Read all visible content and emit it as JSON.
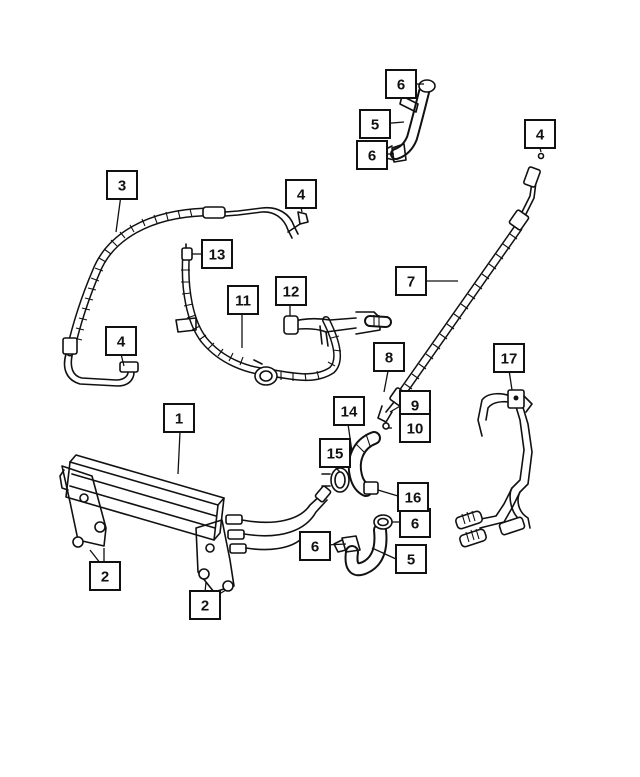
{
  "callouts": [
    {
      "label": "1"
    },
    {
      "label": "2"
    },
    {
      "label": "2"
    },
    {
      "label": "3"
    },
    {
      "label": "4"
    },
    {
      "label": "4"
    },
    {
      "label": "4"
    },
    {
      "label": "5"
    },
    {
      "label": "5"
    },
    {
      "label": "6"
    },
    {
      "label": "6"
    },
    {
      "label": "6"
    },
    {
      "label": "6"
    },
    {
      "label": "7"
    },
    {
      "label": "8"
    },
    {
      "label": "9"
    },
    {
      "label": "10"
    },
    {
      "label": "11"
    },
    {
      "label": "12"
    },
    {
      "label": "13"
    },
    {
      "label": "14"
    },
    {
      "label": "15"
    },
    {
      "label": "16"
    },
    {
      "label": "17"
    }
  ]
}
